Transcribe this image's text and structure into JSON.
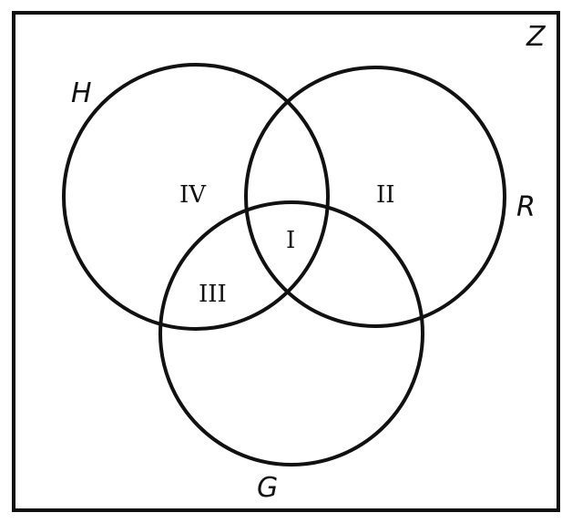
{
  "universe_label": "Z",
  "sets": [
    {
      "id": "H",
      "label": "H"
    },
    {
      "id": "R",
      "label": "R"
    },
    {
      "id": "G",
      "label": "G"
    }
  ],
  "regions": [
    {
      "id": "I",
      "label": "I"
    },
    {
      "id": "II",
      "label": "II"
    },
    {
      "id": "III",
      "label": "III"
    },
    {
      "id": "IV",
      "label": "IV"
    }
  ]
}
